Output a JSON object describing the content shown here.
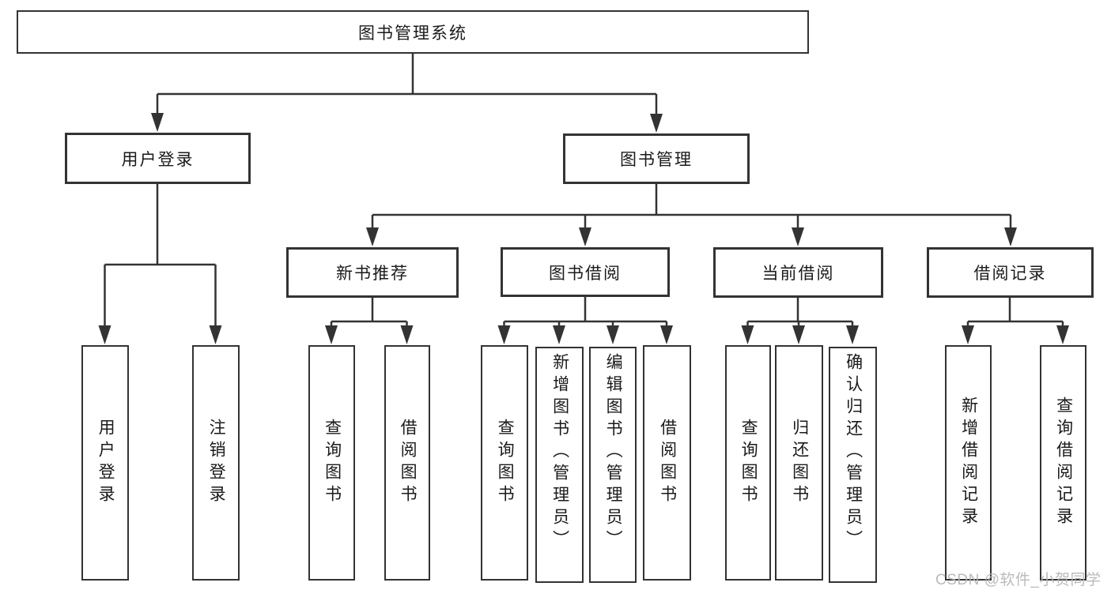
{
  "diagram": {
    "title": "图书管理系统",
    "level2": [
      {
        "label": "用户登录"
      },
      {
        "label": "图书管理"
      }
    ],
    "level3": [
      {
        "label": "新书推荐"
      },
      {
        "label": "图书借阅"
      },
      {
        "label": "当前借阅"
      },
      {
        "label": "借阅记录"
      }
    ],
    "leaves": {
      "user_login": [
        "用户登录",
        "注销登录"
      ],
      "new_book": [
        "查询图书",
        "借阅图书"
      ],
      "book_borrow": [
        "查询图书",
        "新增图书（管理员）",
        "编辑图书（管理员）",
        "借阅图书"
      ],
      "current_borrow": [
        "查询图书",
        "归还图书",
        "确认归还（管理员）"
      ],
      "borrow_records": [
        "新增借阅记录",
        "查询借阅记录"
      ]
    }
  },
  "watermark": {
    "text": "CSDN @软件_小贺同学"
  },
  "colors": {
    "line": "#333333",
    "box_border": "#333333",
    "box_fill": "#ffffff",
    "text": "#1a1a1a",
    "watermark": "#b5b5b5",
    "background": "#ffffff"
  }
}
